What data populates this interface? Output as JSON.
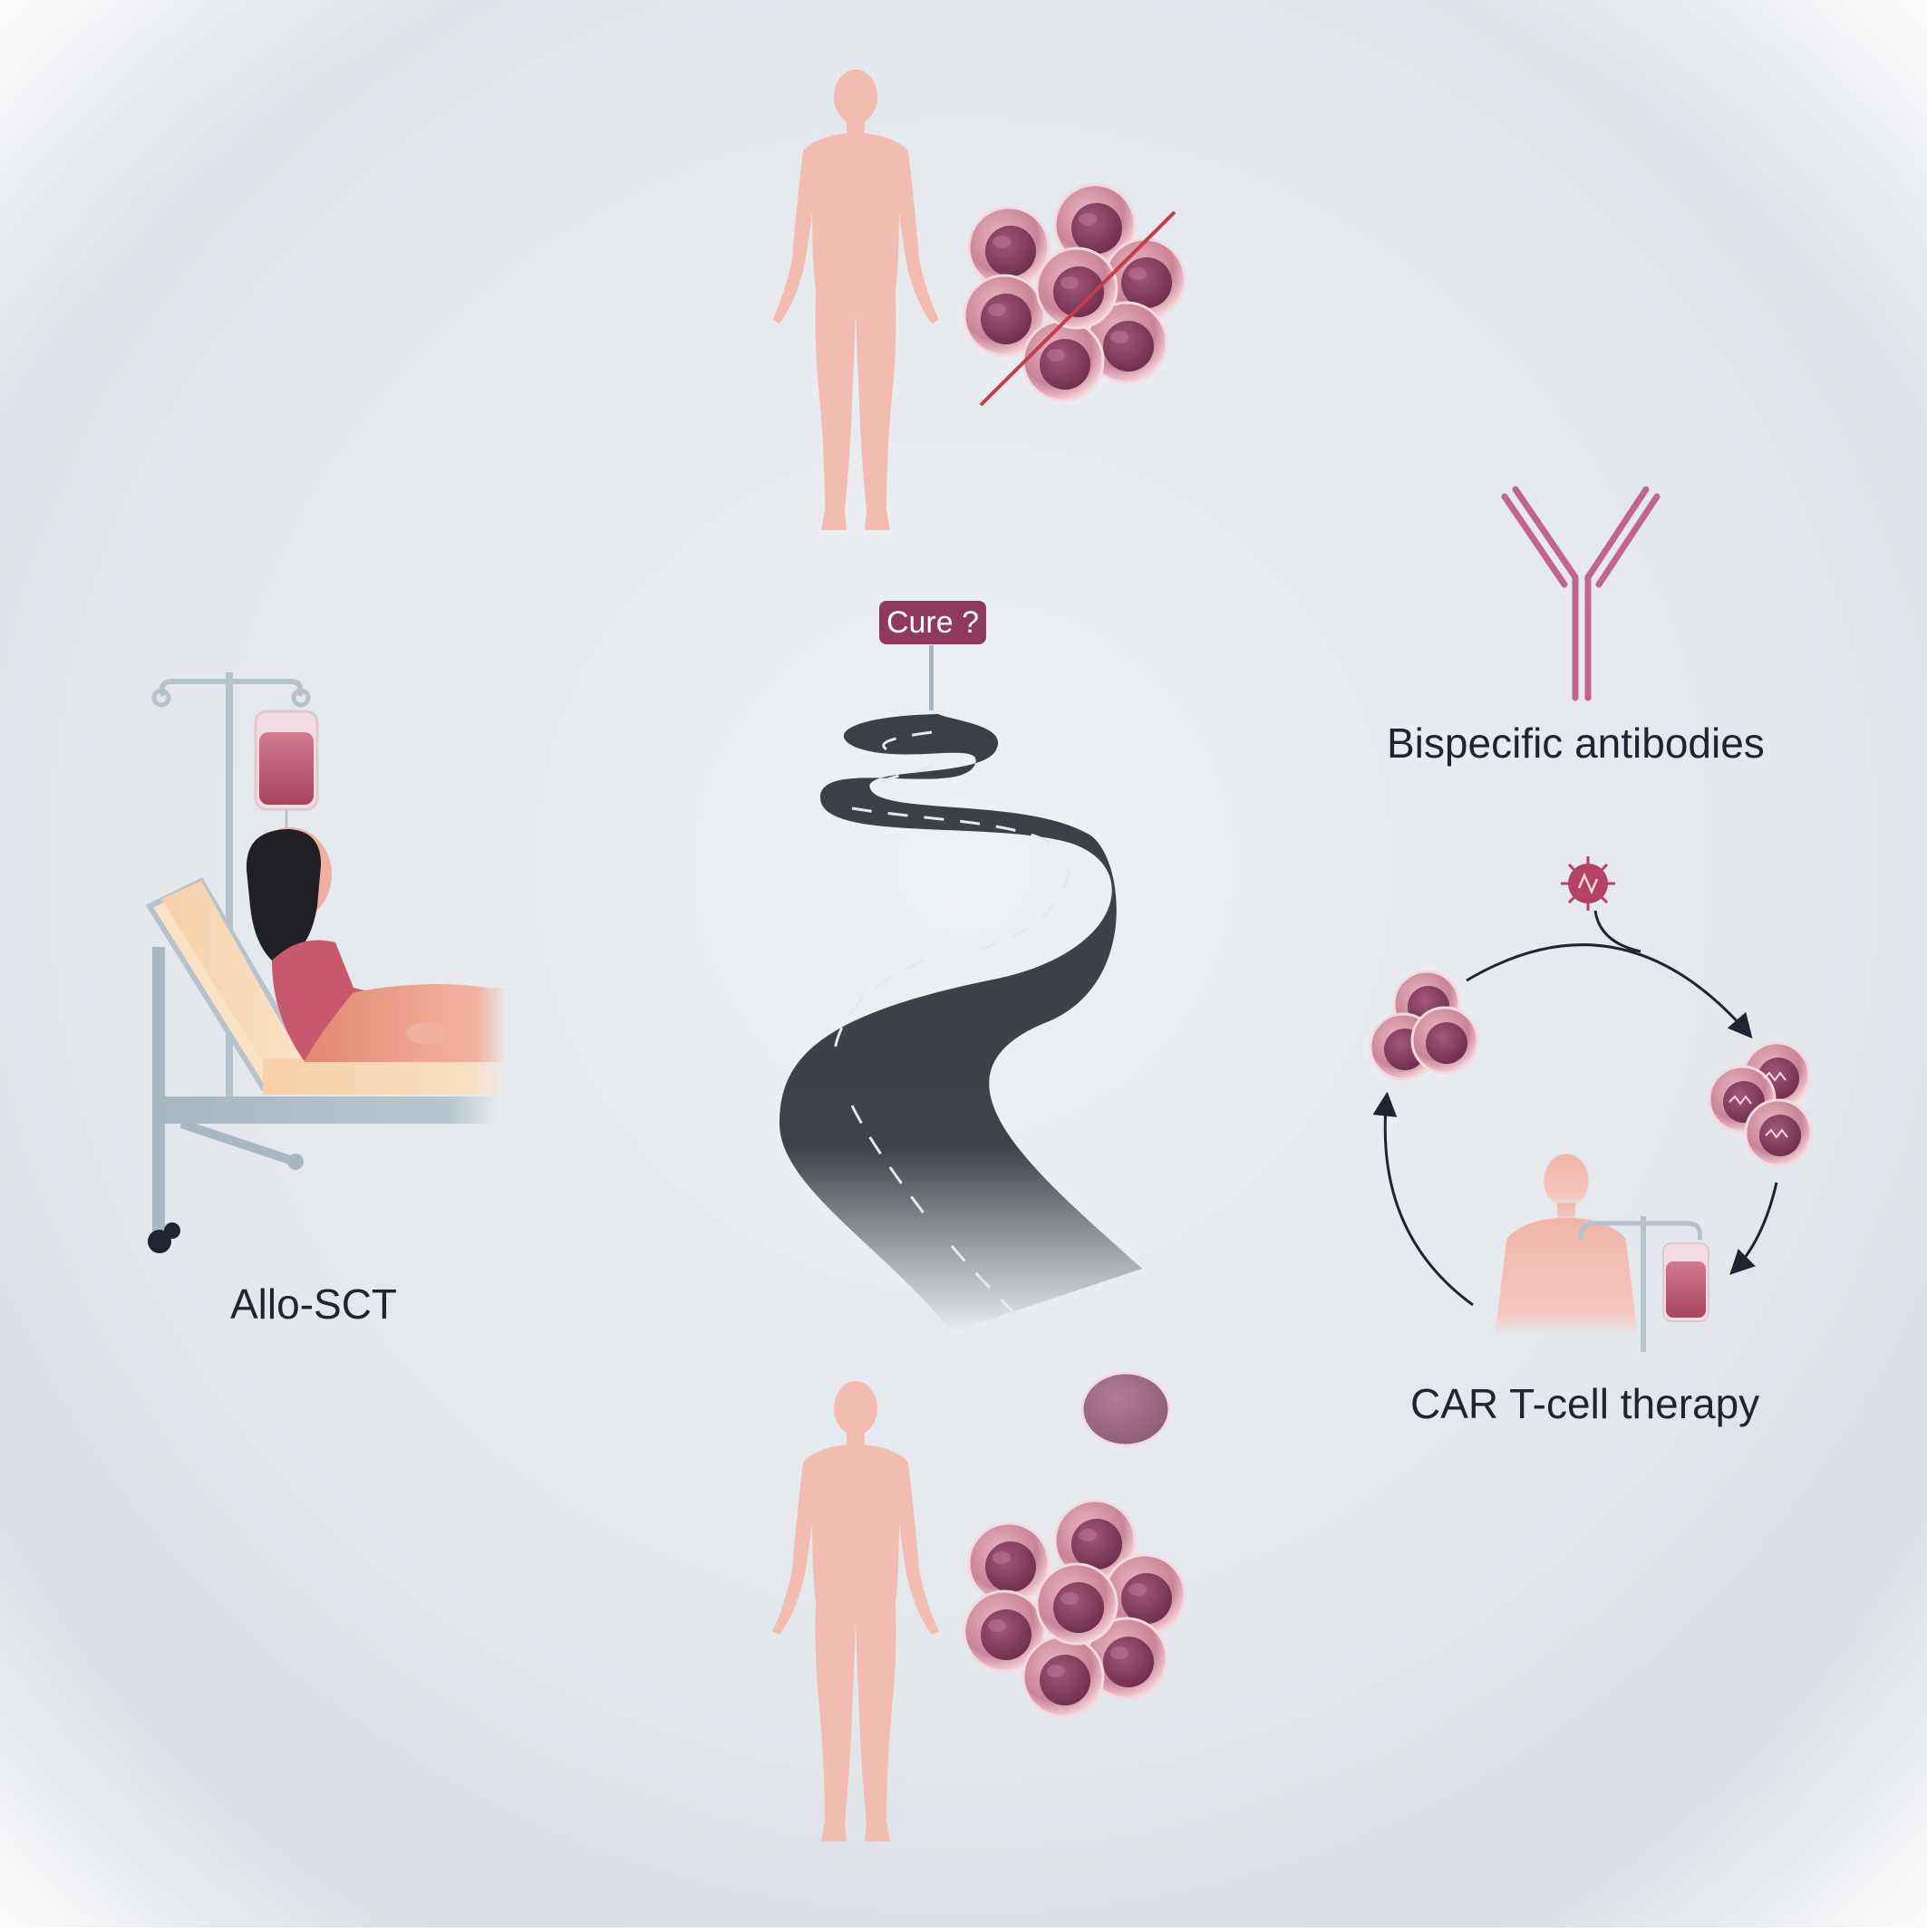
{
  "labels": {
    "cure_sign": "Cure ?",
    "allo_sct": "Allo-SCT",
    "bispecific": "Bispecific antibodies",
    "car_t": "CAR T-cell therapy"
  },
  "colors": {
    "background_center": "#edf0f3",
    "background_edge": "#d2d8e0",
    "skin": "#f3b8ac",
    "cell_fill": "#c77d93",
    "cell_nucleus": "#8e4661",
    "sign_fill": "#8e3a5c",
    "road": "#3a3f45",
    "antibody": "#c0668e",
    "strike_line": "#c0394f"
  },
  "icons": [
    "healthy-person-icon",
    "cancer-cell-cluster-icon",
    "strike-through-icon",
    "winding-road-icon",
    "cure-signpost-icon",
    "hospital-bed-patient-icon",
    "iv-bag-icon",
    "antibody-icon",
    "virus-icon",
    "t-cell-icon",
    "cycle-arrow-icon",
    "patient-with-iv-icon",
    "single-cell-icon",
    "sick-person-icon"
  ]
}
